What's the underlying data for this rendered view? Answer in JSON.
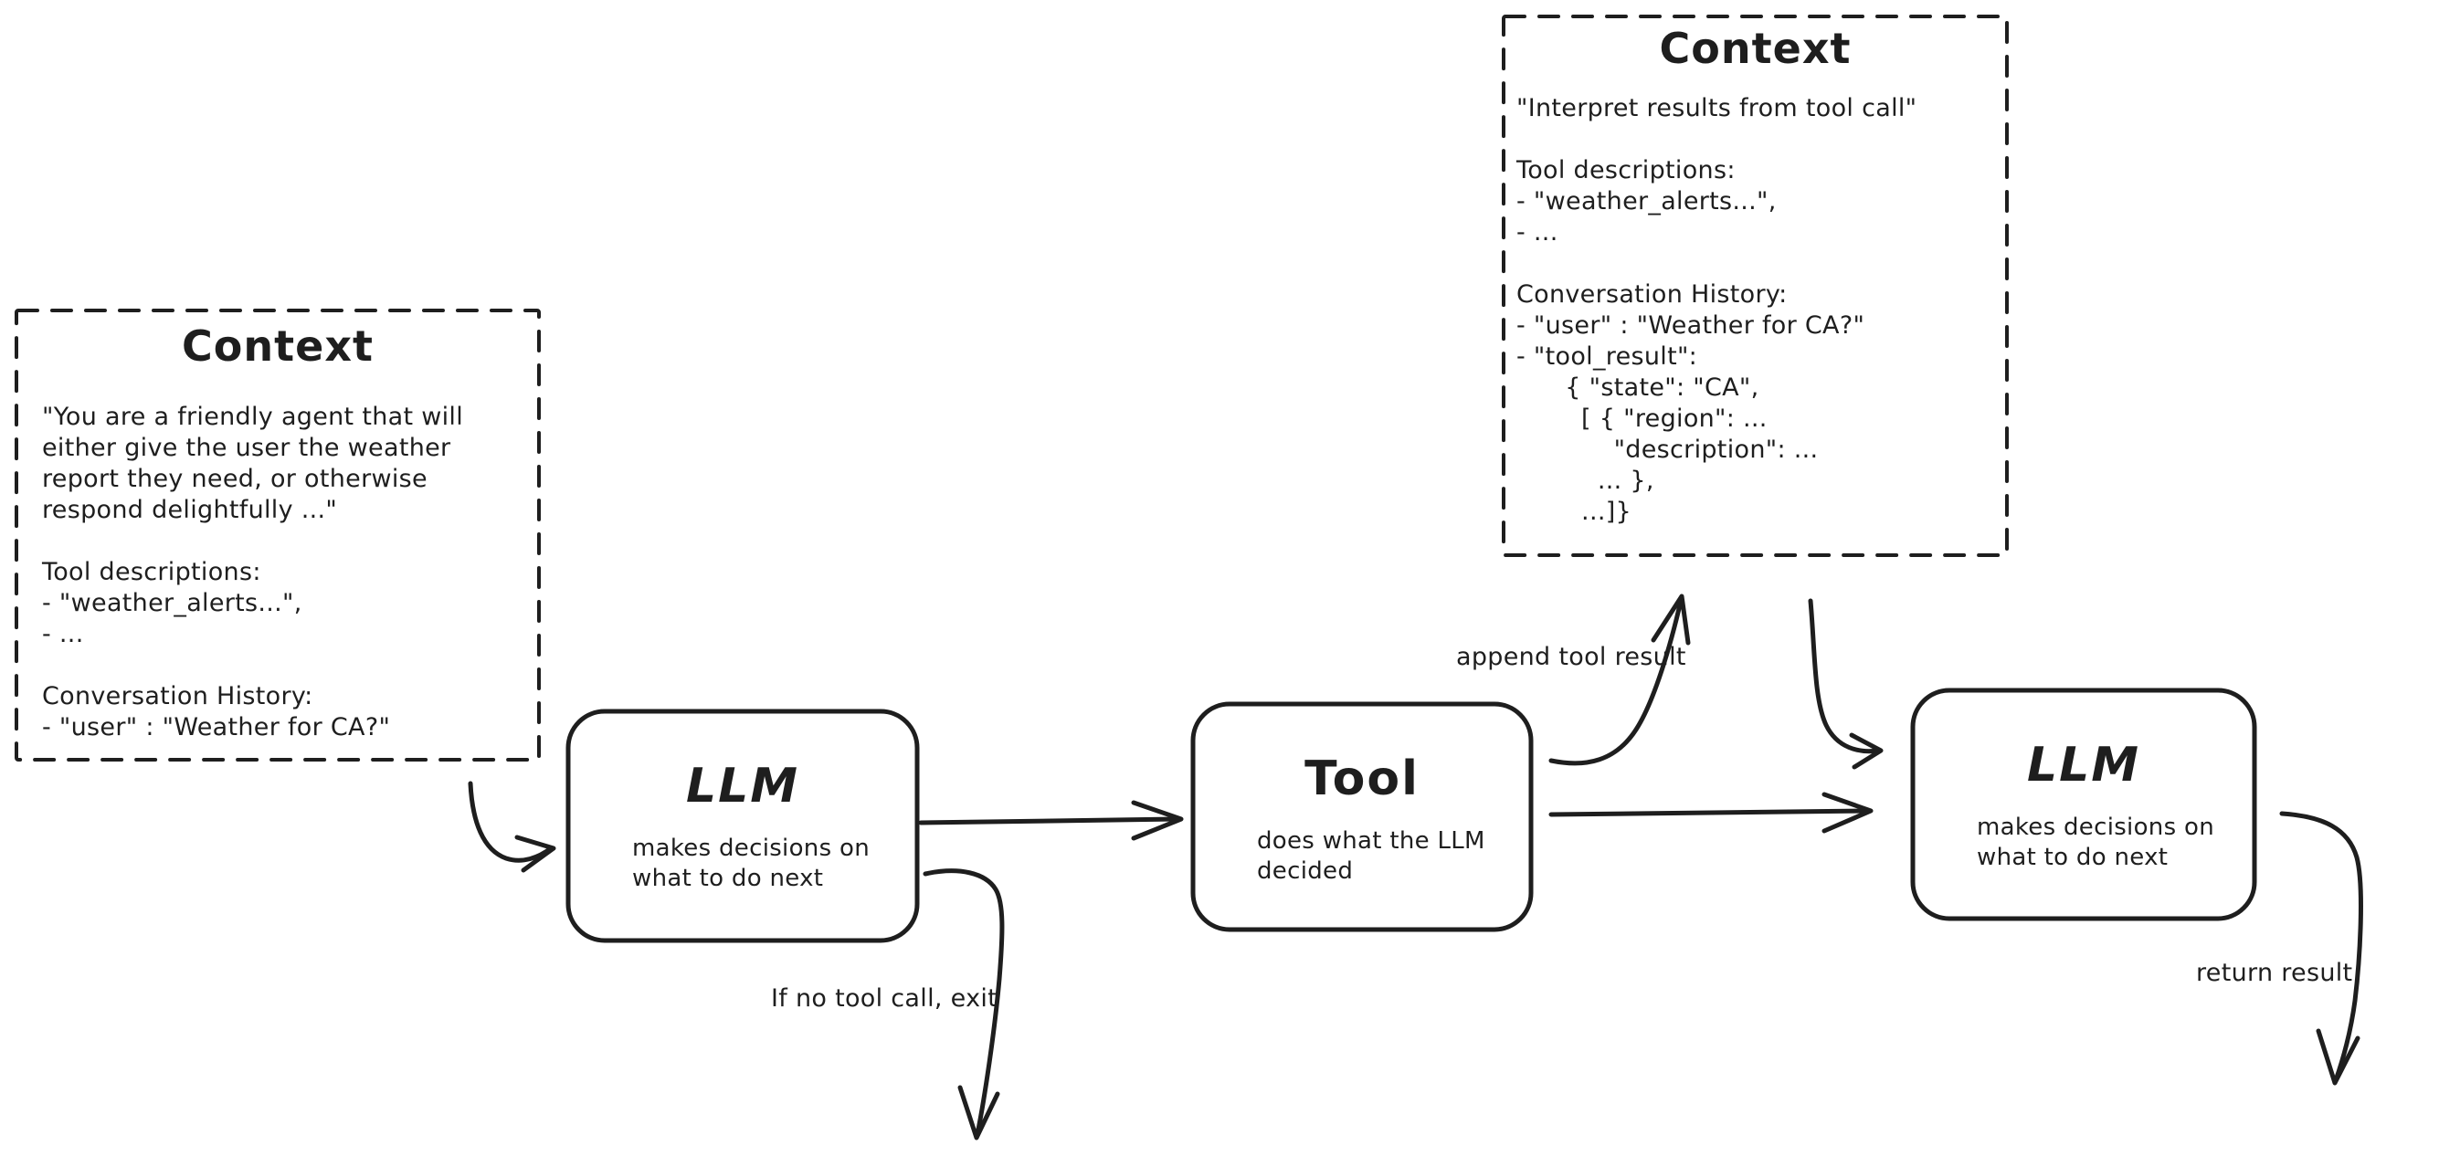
{
  "colors": {
    "stroke": "#1e1e1e",
    "background": "#ffffff"
  },
  "context_left": {
    "title": "Context",
    "lines": [
      "\"You are a friendly agent that will",
      "either give the user the weather",
      "report they need, or otherwise",
      "respond delightfully ...\"",
      "",
      "Tool descriptions:",
      "- \"weather_alerts...\",",
      "- ...",
      "",
      "Conversation History:",
      "- \"user\" : \"Weather for CA?\""
    ]
  },
  "context_right": {
    "title": "Context",
    "lines": [
      "\"Interpret results from tool call\"",
      "",
      "Tool descriptions:",
      "- \"weather_alerts...\",",
      "- ...",
      "",
      "Conversation History:",
      "- \"user\" : \"Weather for CA?\"",
      "- \"tool_result\":",
      "      { \"state\": \"CA\",",
      "        [ { \"region\": ...",
      "            \"description\": ...",
      "          ... },",
      "        ...]}"
    ]
  },
  "nodes": {
    "llm_first": {
      "title": "LLM",
      "subtitle": "makes decisions on\nwhat to do next"
    },
    "tool": {
      "title": "Tool",
      "subtitle": "does what the LLM\ndecided"
    },
    "llm_second": {
      "title": "LLM",
      "subtitle": "makes decisions on\nwhat to do next"
    }
  },
  "edge_labels": {
    "append_tool_result": "append tool result",
    "no_tool_call_exit": "If no tool call, exit",
    "return_result": "return result"
  }
}
